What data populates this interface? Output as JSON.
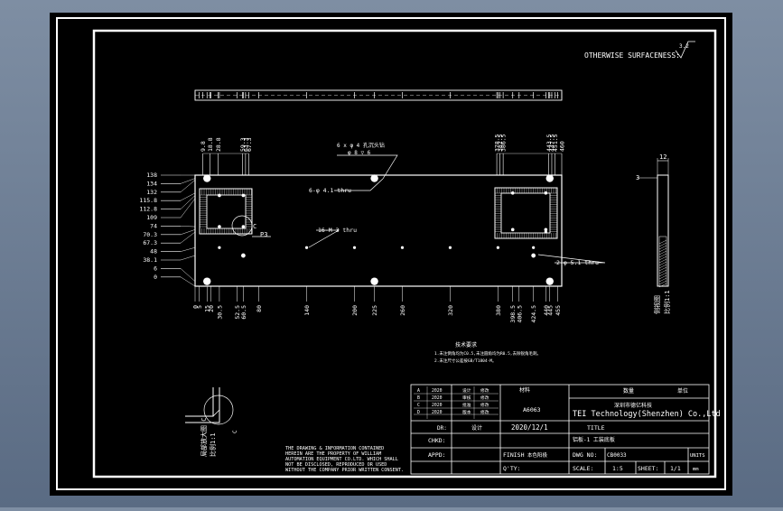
{
  "note_roughness": "OTHERWISE SURFACENESS:",
  "roughness_symbol": "3.2",
  "top_dims": [
    "9.8",
    "18.8",
    "28.8",
    "59.3",
    "63.3",
    "67.3",
    "378.5",
    "382.5",
    "386.5",
    "443.5",
    "447.5",
    "451.5",
    "460"
  ],
  "left_dims": [
    "138",
    "134",
    "132",
    "115.8",
    "112.8",
    "109",
    "74",
    "70.3",
    "67.3",
    "48",
    "38.1",
    "6",
    "0"
  ],
  "bottom_dims": [
    "0",
    "5",
    "15",
    "20",
    "30.5",
    "52.5",
    "60.5",
    "80",
    "140",
    "200",
    "225",
    "260",
    "320",
    "380",
    "398.5",
    "406.5",
    "424.5",
    "440",
    "445",
    "455"
  ],
  "callouts": {
    "hole_a_top": "6 x φ  4 孔沉头钻",
    "hole_a_bot": "φ  8 ▽ 6",
    "hole_b": "6-φ 4.1 thru",
    "hole_c": "16-M 3 thru",
    "hole_d": "2-φ 5.1 thru",
    "chamfer_c": "C",
    "chamfer_p": "P3"
  },
  "side_view": {
    "width": "12",
    "depth": "3",
    "title": "侧视图",
    "scale": "比例1:1"
  },
  "detail_view": {
    "title": "局部放大图 C",
    "scale": "比例1:1"
  },
  "tech_req": {
    "heading": "技术要求",
    "line1": "1.未注倒角均为C0.5,未注圆角均为R0.5,去除锐角毛刺。",
    "line2": "2.未注尺寸公差按GB/T1804-M。"
  },
  "copyright": [
    "THE DRAWING & INFORMATION CONTAINED",
    "HEREIN ARE THE PROPERTY OF WILLIAM",
    "AUTOMATION EQUIPMENT CO.LTD. WHICH SHALL",
    "NOT BE DISCLOSED, REPRODUCED OR USED",
    "WITHOUT THE COMPANY PRIOR WRITTEN CONSENT."
  ],
  "title_block": {
    "rev_rows": [
      [
        "A",
        "2020",
        "设计",
        "修改"
      ],
      [
        "B",
        "2020",
        "审核",
        "修改"
      ],
      [
        "C",
        "2020",
        "批准",
        "修改"
      ],
      [
        "D",
        "2020",
        "版本",
        "修改"
      ]
    ],
    "material_label": "材料",
    "material": "A6063",
    "company_cn": "深圳市德亿科技",
    "company": "TEI Technology(Shenzhen) Co.,Ltd",
    "qty_label": "数量",
    "unit_label": "单位",
    "dr_label": "DR:",
    "dr_value": "设计",
    "date": "2020/12/1",
    "title_label": "TITLE",
    "part_name": "铝板-1 工装底板",
    "chkd_label": "CHKD:",
    "appd_label": "APPD:",
    "finish_label": "FINISH",
    "finish_value": "本色阳极",
    "dwg_label": "DWG NO:",
    "dwg_value": "CB0033",
    "units_label": "UNITS",
    "units_value": "mm",
    "qty_field": "Q'TY:",
    "scale_label": "SCALE:",
    "scale_value": "1:5",
    "sheet_label": "SHEET:",
    "sheet_value": "1/1"
  }
}
